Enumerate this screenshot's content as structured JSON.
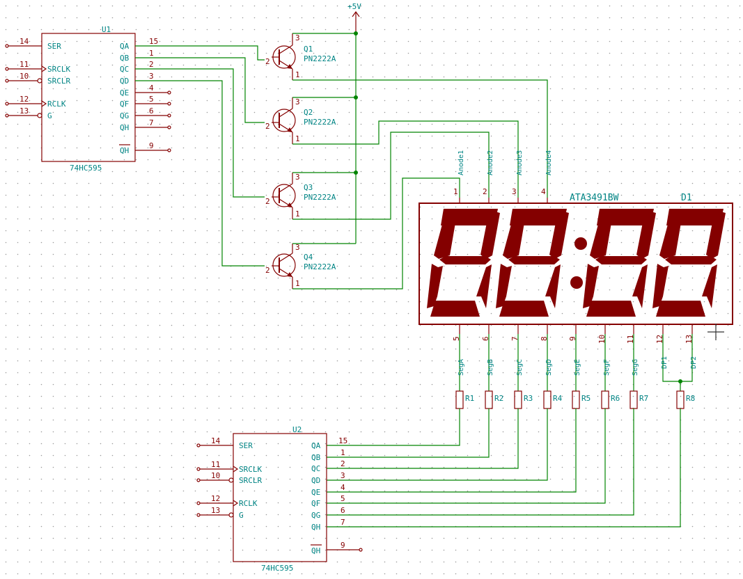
{
  "power_label": "+5V",
  "u1": {
    "ref": "U1",
    "part": "74HC595",
    "left_pins": [
      {
        "num": "14",
        "name": "SER"
      },
      {
        "num": "11",
        "name": "SRCLK"
      },
      {
        "num": "10",
        "name": "SRCLR"
      },
      {
        "num": "12",
        "name": "RCLK"
      },
      {
        "num": "13",
        "name": "G"
      }
    ],
    "right_pins": [
      {
        "num": "15",
        "name": "QA"
      },
      {
        "num": "1",
        "name": "QB"
      },
      {
        "num": "2",
        "name": "QC"
      },
      {
        "num": "3",
        "name": "QD"
      },
      {
        "num": "4",
        "name": "QE"
      },
      {
        "num": "5",
        "name": "QF"
      },
      {
        "num": "6",
        "name": "QG"
      },
      {
        "num": "7",
        "name": "QH"
      },
      {
        "num": "9",
        "name": "QH"
      }
    ]
  },
  "u2": {
    "ref": "U2",
    "part": "74HC595",
    "left_pins": [
      {
        "num": "14",
        "name": "SER"
      },
      {
        "num": "11",
        "name": "SRCLK"
      },
      {
        "num": "10",
        "name": "SRCLR"
      },
      {
        "num": "12",
        "name": "RCLK"
      },
      {
        "num": "13",
        "name": "G"
      }
    ],
    "right_pins": [
      {
        "num": "15",
        "name": "QA"
      },
      {
        "num": "1",
        "name": "QB"
      },
      {
        "num": "2",
        "name": "QC"
      },
      {
        "num": "3",
        "name": "QD"
      },
      {
        "num": "4",
        "name": "QE"
      },
      {
        "num": "5",
        "name": "QF"
      },
      {
        "num": "6",
        "name": "QG"
      },
      {
        "num": "7",
        "name": "QH"
      },
      {
        "num": "9",
        "name": "QH"
      }
    ]
  },
  "transistors": [
    {
      "ref": "Q1",
      "part": "PN2222A",
      "pin_c": "3",
      "pin_b": "2",
      "pin_e": "1"
    },
    {
      "ref": "Q2",
      "part": "PN2222A",
      "pin_c": "3",
      "pin_b": "2",
      "pin_e": "1"
    },
    {
      "ref": "Q3",
      "part": "PN2222A",
      "pin_c": "3",
      "pin_b": "2",
      "pin_e": "1"
    },
    {
      "ref": "Q4",
      "part": "PN2222A",
      "pin_c": "3",
      "pin_b": "2",
      "pin_e": "1"
    }
  ],
  "display": {
    "ref": "D1",
    "part": "ATA3491BW",
    "top_pins": [
      {
        "num": "1",
        "net": "Anode1"
      },
      {
        "num": "2",
        "net": "Anode2"
      },
      {
        "num": "3",
        "net": "Anode3"
      },
      {
        "num": "4",
        "net": "Anode4"
      }
    ],
    "bottom_pins": [
      {
        "num": "5",
        "net": "SegA"
      },
      {
        "num": "6",
        "net": "SegB"
      },
      {
        "num": "7",
        "net": "SegC"
      },
      {
        "num": "8",
        "net": "SegD"
      },
      {
        "num": "9",
        "net": "SegE"
      },
      {
        "num": "10",
        "net": "SegF"
      },
      {
        "num": "11",
        "net": "SegG"
      },
      {
        "num": "12",
        "net": "DP1"
      },
      {
        "num": "13",
        "net": "DP2"
      }
    ]
  },
  "resistors": [
    "R1",
    "R2",
    "R3",
    "R4",
    "R5",
    "R6",
    "R7",
    "R8"
  ]
}
